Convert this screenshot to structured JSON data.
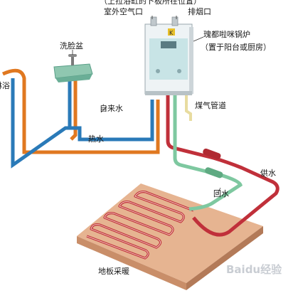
{
  "labels": {
    "top_cut": "（上拉浴缸的卜板所在位置）",
    "outdoor_air": "室外空气口",
    "exhaust": "排烟口",
    "boiler_line1": "瑰都啦咪锅炉",
    "boiler_line2": "（置于阳台或厨房）",
    "washbasin": "洗脸盆",
    "bath": "淋浴",
    "tap_water": "自来水",
    "hot_water": "热水",
    "gas_pipe": "煤气管道",
    "supply_water": "供水",
    "return_water": "回水",
    "floor_heating": "地板采暖"
  },
  "watermark": "Baidu经验",
  "boiler_logo": "K",
  "colors": {
    "hot_pipe": "#e07820",
    "cold_pipe": "#2a7ab8",
    "supply_pipe": "#c0303a",
    "return_pipe": "#7ec8a0",
    "gas_pipe": "#e8dca0",
    "floor_top": "#e6b491",
    "floor_side": "#c98e69",
    "boiler_body": "#eef3f5",
    "boiler_panel": "#c8e4e6"
  }
}
